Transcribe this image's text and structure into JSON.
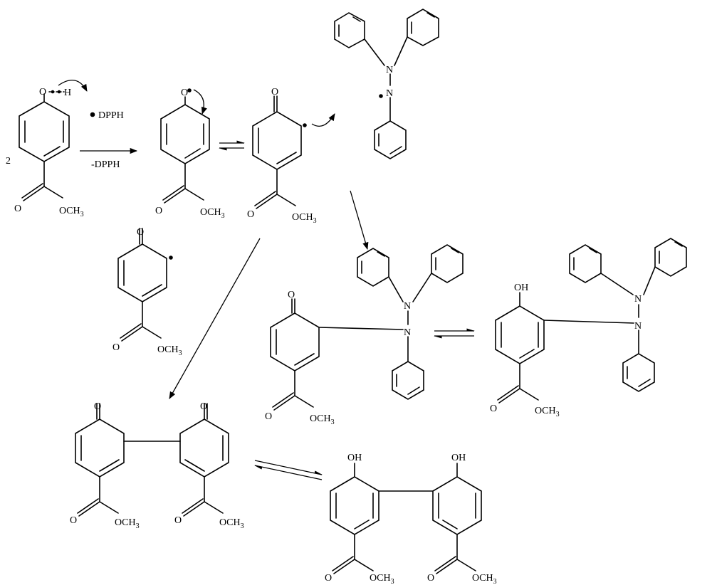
{
  "labels": {
    "coefficient": "2",
    "oxygen": "O",
    "hydrogen": "H",
    "hydroxyl": "OH",
    "nitrogen": "N",
    "methyl_ester": "OCH",
    "methyl_subscript": "3",
    "dpph_radical": "DPPH",
    "minus_dpph": "-DPPH"
  }
}
